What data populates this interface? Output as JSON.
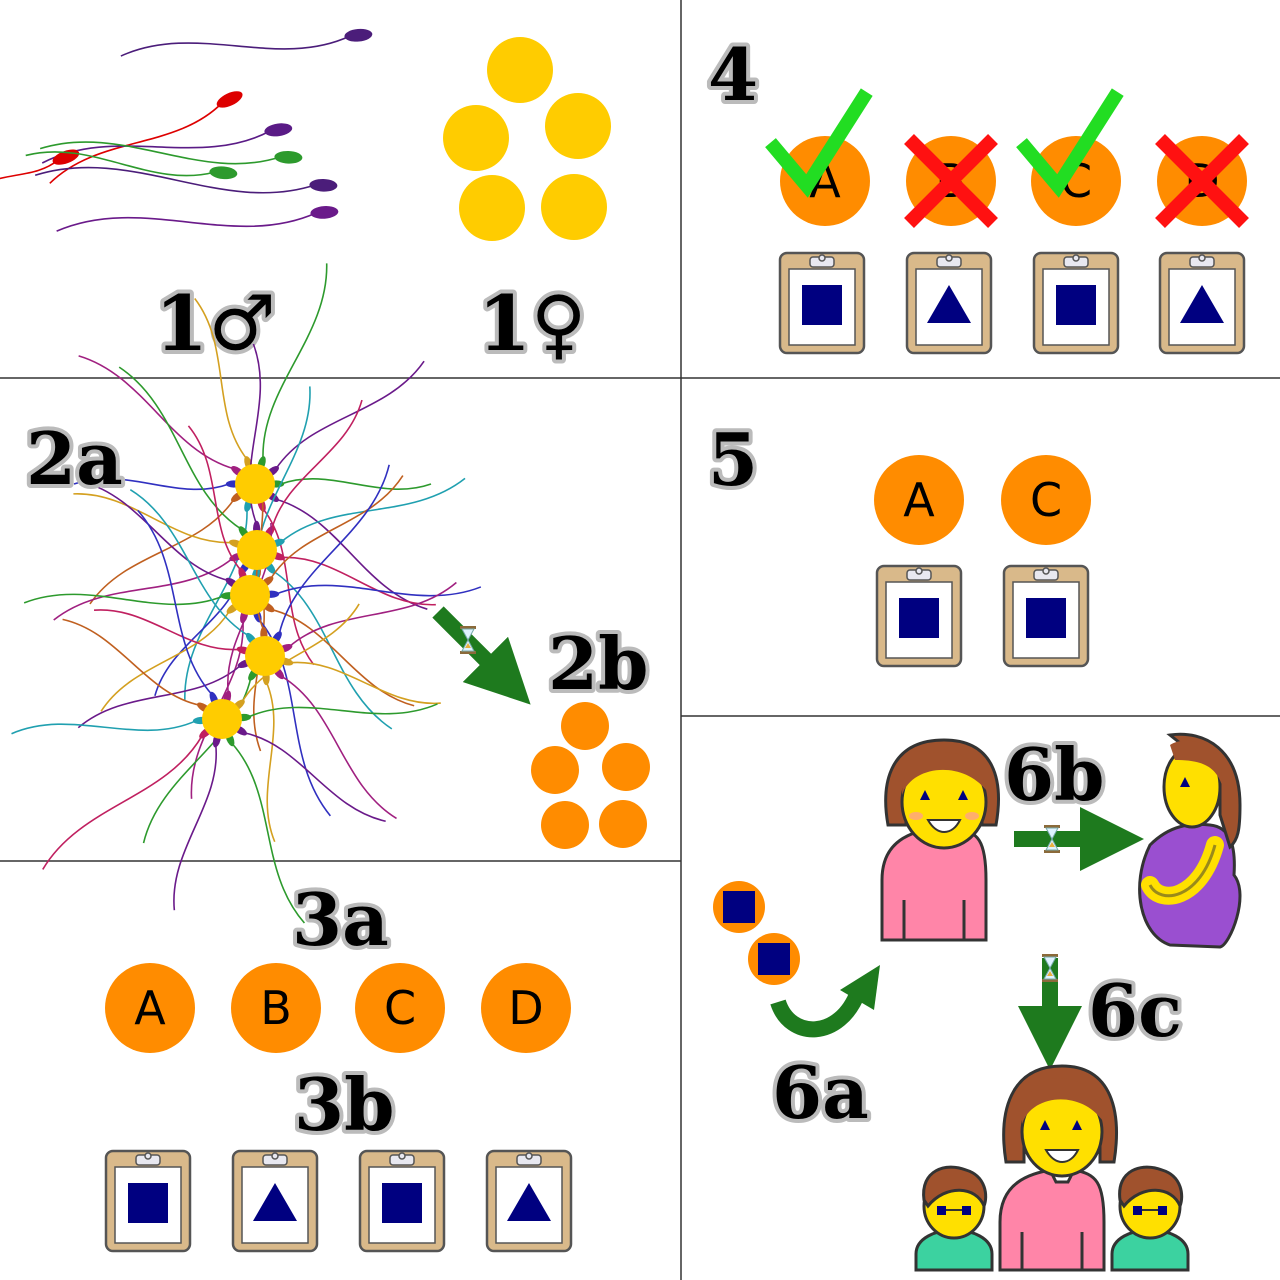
{
  "labels": {
    "l1m": "1♂",
    "l1f": "1♀",
    "l2a": "2a",
    "l2b": "2b",
    "l3a": "3a",
    "l3b": "3b",
    "l4": "4",
    "l5": "5",
    "l6a": "6a",
    "l6b": "6b",
    "l6c": "6c"
  },
  "embryos": [
    "A",
    "B",
    "C",
    "D"
  ],
  "selected": [
    "A",
    "C"
  ],
  "test_results": [
    "square",
    "triangle",
    "square",
    "triangle"
  ],
  "colors": {
    "egg": "#FFCC00",
    "embryo": "#FF8C00",
    "arrow": "#1E7A1E",
    "check": "#22DD22",
    "cross": "#FF1111",
    "result_shape": "#000080",
    "clipboard": "#D9B98A",
    "skin": "#FFE000",
    "hair": "#A0522D",
    "shirt": "#FF85A8",
    "dress": "#9A4FD0",
    "kid_shirt": "#3CD2A0"
  }
}
